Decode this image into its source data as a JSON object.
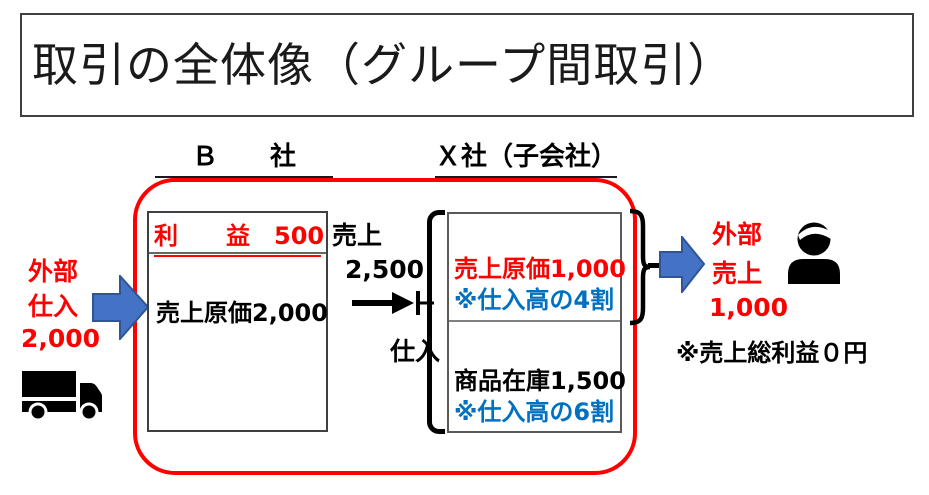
{
  "title": "取引の全体像（グループ間取引）",
  "companies": {
    "b_label": "Ｂ　　社",
    "x_label": "Ｘ社（子会社）"
  },
  "b_box": {
    "profit": "利　　益　500",
    "cogs": "売上原価2,000"
  },
  "intra_group_flow": {
    "sales_label": "売上",
    "sales_amount": "2,500",
    "purchase_label": "仕入"
  },
  "x_box": {
    "cogs": "売上原価1,000",
    "cogs_note": "※仕入高の4割",
    "inventory": "商品在庫1,500",
    "inventory_note": "※仕入高の6割"
  },
  "external_purchase": {
    "line1": "外部",
    "line2": "仕入",
    "amount": "2,000"
  },
  "external_sales": {
    "line1": "外部",
    "line2": "売上",
    "amount": "1,000",
    "note": "※売上総利益０円"
  },
  "icons": {
    "truck": "truck-icon",
    "person": "person-icon",
    "blue_arrow": "block-arrow-right-icon",
    "black_arrow": "arrow-right-icon"
  },
  "colors": {
    "red": "#FF0000",
    "blue_text": "#0070C0",
    "arrow_fill": "#4472C4",
    "arrow_border": "#2F5597",
    "frame_red": "#FF0000"
  }
}
